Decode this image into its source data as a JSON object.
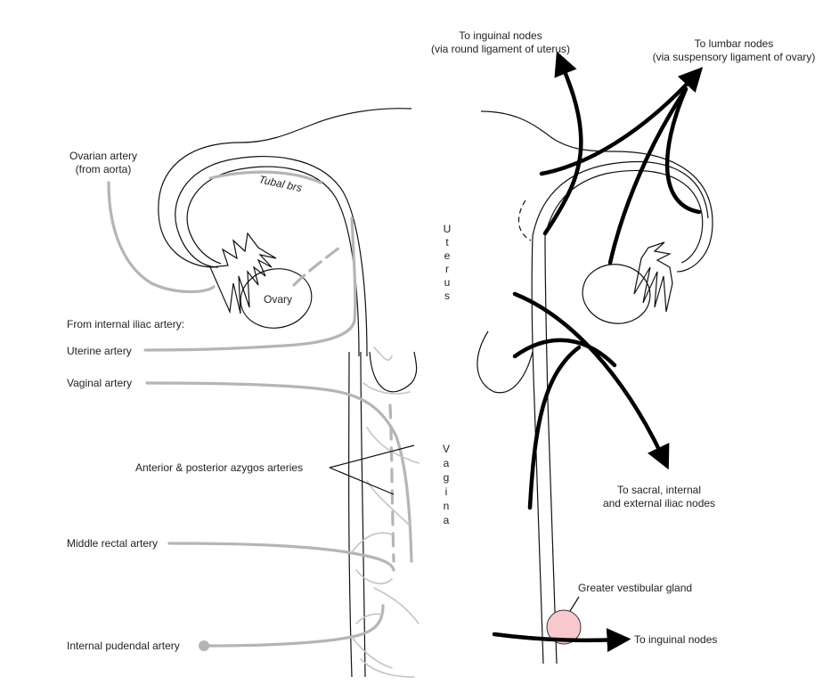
{
  "labels": {
    "inguinal_round_line1": "To inguinal nodes",
    "inguinal_round_line2": "(via round ligament of uterus)",
    "lumbar_line1": "To lumbar nodes",
    "lumbar_line2": "(via suspensory ligament of ovary)",
    "ovarian_line1": "Ovarian artery",
    "ovarian_line2": "(from aorta)",
    "tubal": "Tubal brs",
    "ovary": "Ovary",
    "from_internal_iliac": "From internal iliac artery:",
    "uterine": "Uterine artery",
    "vaginal": "Vaginal artery",
    "azygos": "Anterior & posterior azygos arteries",
    "middle_rectal": "Middle rectal artery",
    "internal_pudendal": "Internal pudendal artery",
    "uterus_vertical": [
      "U",
      "t",
      "e",
      "r",
      "u",
      "s"
    ],
    "vagina_vertical": [
      "V",
      "a",
      "g",
      "i",
      "n",
      "a"
    ],
    "sacral_line1": "To sacral, internal",
    "sacral_line2": "and external iliac nodes",
    "gland": "Greater vestibular gland",
    "inguinal_bottom": "To inguinal nodes"
  },
  "colors": {
    "artery": "#b5b5b5",
    "lymph": "#000000",
    "outline": "#111111",
    "gland_fill": "#f7c9cc"
  }
}
